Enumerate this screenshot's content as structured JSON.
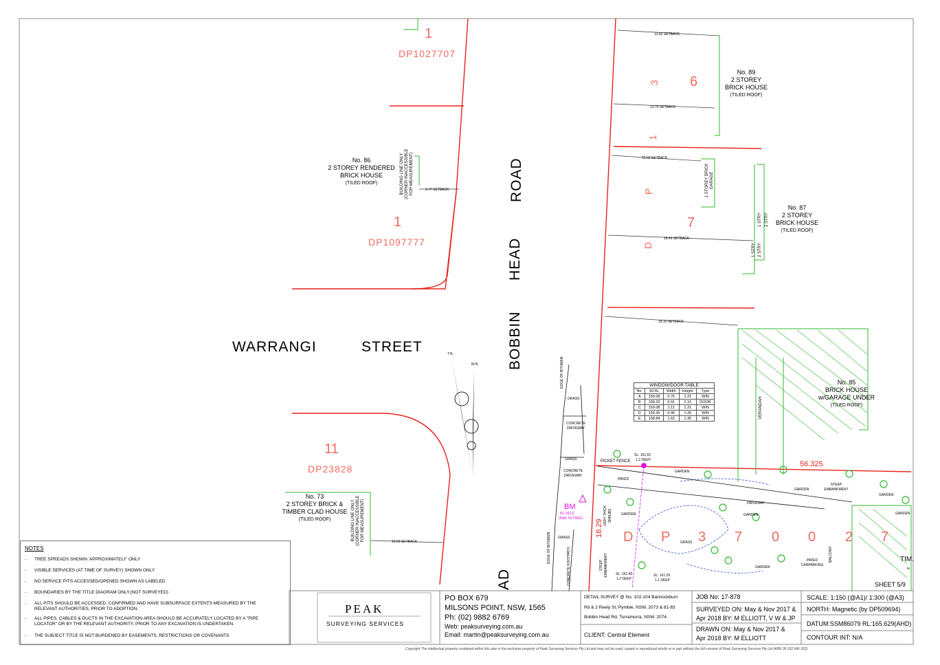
{
  "streets": {
    "warrangi": "WARRANGI",
    "street": "STREET",
    "bobbin": "BOBBIN",
    "head": "HEAD",
    "road": "ROAD",
    "road_bottom": "AD"
  },
  "lots": {
    "lot1_top": "1",
    "dp1027707": "DP1027707",
    "lot1_mid": "1",
    "dp1097777": "DP1097777",
    "lot11": "11",
    "dp23828": "DP23828",
    "lot6": "6",
    "lot7": "7",
    "dp137_3": "3",
    "dp137_1": "1",
    "dp137_p": "P",
    "dp137_d": "D",
    "dp370027": [
      "D",
      "P",
      "3",
      "7",
      "0",
      "0",
      "2",
      "7"
    ]
  },
  "houses": {
    "no86": [
      "No. 86",
      "2 STOREY RENDERED",
      "BRICK HOUSE"
    ],
    "no86_roof": "(TILED ROOF)",
    "no73": [
      "No. 73",
      "2 STOREY BRICK &",
      "TIMBER CLAD HOUSE"
    ],
    "no73_roof": "(TILED ROOF)",
    "no89": [
      "No. 89",
      "2 STOREY",
      "BRICK HOUSE"
    ],
    "no89_roof": "(TILED ROOF)",
    "no87": [
      "No. 87",
      "2 STOREY",
      "BRICK HOUSE"
    ],
    "no87_roof": "(TILED ROOF)",
    "no85": [
      "No. 85",
      "BRICK HOUSE",
      "w/GARAGE UNDER"
    ],
    "no85_roof": "(TILED ROOF)"
  },
  "building_line": "BUILDING LINE ONLY (CORNER INACCESSIBLE FOR MEASUREMENT)",
  "setbacks": {
    "s1382": "13.82 SETBACK",
    "s1375": "13.75 SETBACK",
    "s1203": "12.03 SETBACK",
    "s1841": "18.41 SETBACK",
    "s1832": "18.32 SETBACK",
    "s577": "5.77 SETBACK",
    "s1003": "10.03 SETBACK"
  },
  "features": {
    "garage": "1 STOREY BRICK GARAGE",
    "stry1a": "1 STRY",
    "stry2a": "2 STRY",
    "stry1b": "1 STRY",
    "stry2b": "2 STRY",
    "verandah": "VERANDAH",
    "picket_fence": "PICKET FENCE",
    "sl1": "SL: 161.52",
    "sl1d": "1.2 DEEP",
    "sl2": "SL: 161.45",
    "sl2d": "1.2 DEEP",
    "sl3": "SL: 161.29",
    "sl3d": "1.1 DEEP",
    "bm": "BM",
    "bm_rl": "RL:160.6",
    "bm_nail": "(NAIL IN TREE)",
    "grass": "GRASS",
    "concrete_driveway": "CONCRETE DRIVEWAY",
    "edge_bitumen": "EDGE OF BITUMEN",
    "concrete_footpath": "CONCRETE FOOTPATH",
    "garden": "GARDEN",
    "paved": "PAVED",
    "driveway": "DRIVEWAY",
    "steep_embankment": "STEEP EMBANKMENT",
    "very_thick_shrubs": "VERY THICK SHRUBS",
    "paved_carparking": "PAVED CARPARKING",
    "balcony": "BALCONY",
    "dim_56325": "56.325",
    "dim_1829": "18.29",
    "tim": "TIM.",
    "w": "w.",
    "sheet": "SHEET 5/9",
    "tn": "T.N.",
    "mn": "M.N."
  },
  "window_table": {
    "title": "WINDOW/DOOR TABLE",
    "headers": [
      "No.",
      "Sil RL",
      "Width",
      "Height",
      "Type"
    ],
    "rows": [
      [
        "A",
        "159.08",
        "0.76",
        "1.21",
        "WIN"
      ],
      [
        "B",
        "158.20",
        "0.91",
        "2.10",
        "DOOR"
      ],
      [
        "C",
        "159.08",
        "1.11",
        "1.21",
        "WIN"
      ],
      [
        "D",
        "159.36",
        "0.46",
        "1.26",
        "WIN"
      ],
      [
        "E",
        "158.84",
        "1.62",
        "1.35",
        "WIN"
      ]
    ]
  },
  "notes": {
    "title": "NOTES",
    "items": [
      "TREE SPREADS SHOWN 'APPROXIMATELY' ONLY",
      "VISIBLE SERVICES (AT TIME OF SURVEY) SHOWN ONLY",
      "NO SERVICE PITS ACCESSED/OPENED SHOWN AS LABELED",
      "BOUNDARIES  BY THE TITLE DIAGRAM ONLY,(NOT SURVEYED)",
      "ALL PITS SHOULD BE ACCESSED, CONFIRMED AND HAVE SUBSURFACE EXTENTS MEASURED BY THE|RELEVANT AUTHORITIES, PRIOR TO ADOPTION.",
      "ALL PIPES, CABLES & DUCTS IN THE EXCAVATION AREA SHOULD BE ACCURATELY LOCATED BY A \"PIPE|LOCATOR\" OR BY THE RELEVANT AUTHORITY, PRIOR TO ANY EXCAVATION IS UNDERTAKEN.",
      "THE SUBJECT TITLE IS NOT BURDENED BY EASEMENTS, RESTRICTIONS OR COVENANTS"
    ],
    "dash": "-"
  },
  "title_block": {
    "logo": "PEAK",
    "logo_sub": "SURVEYING   SERVICES",
    "po_box": "PO BOX 679",
    "milsons": "MILSONS POINT, NSW, 1565",
    "phone": "Ph:  (02) 9882 6769",
    "web": "Web:  peaksurveying.com.au",
    "email": "Email: martin@peaksurveying.com.au",
    "detail1": "DETAIL SURVEY @ No. 102-104 Bannockburn",
    "detail2": "Rd & 2 Reely St, Pymble, NSW, 2073 & 81-83",
    "detail3": "Bobbin Head Rd, Turramurra, NSW. 2074",
    "client": "CLIENT:  Central Element",
    "job": "JOB No: 17-878",
    "surveyed1": "SURVEYED ON: May & Nov 2017 &",
    "surveyed2": "Apr 2018 BY: M ELLIOTT, V W & JP",
    "drawn1": "DRAWN ON: May & Nov 2017 &",
    "drawn2": "Apr 2018 BY: M ELLIOTT",
    "scale": "SCALE:  1:150 (@A1)/ 1:300 (@A3)",
    "north": "NORTH: Magnetic (by DP509694)",
    "datum": "DATUM:SSM86079 RL:165.629(AHD)",
    "contour": "CONTOUR INT:  N/A",
    "copyright": "Copyright  The intellectual property contained within this plan is the exclusive property of Peak Surveying Services Pty Ltd and may not be used, copied or reproduced wholly or in part without the full consent of Peak Surveying Services Pty Ltd (ABN 36 622 686 202)"
  },
  "colors": {
    "boundary": "#e8201c",
    "lot_label": "#f06a60",
    "fence": "#2fb82f",
    "service": "#2a4fcf",
    "bm": "#e010e0",
    "line": "#000000"
  }
}
